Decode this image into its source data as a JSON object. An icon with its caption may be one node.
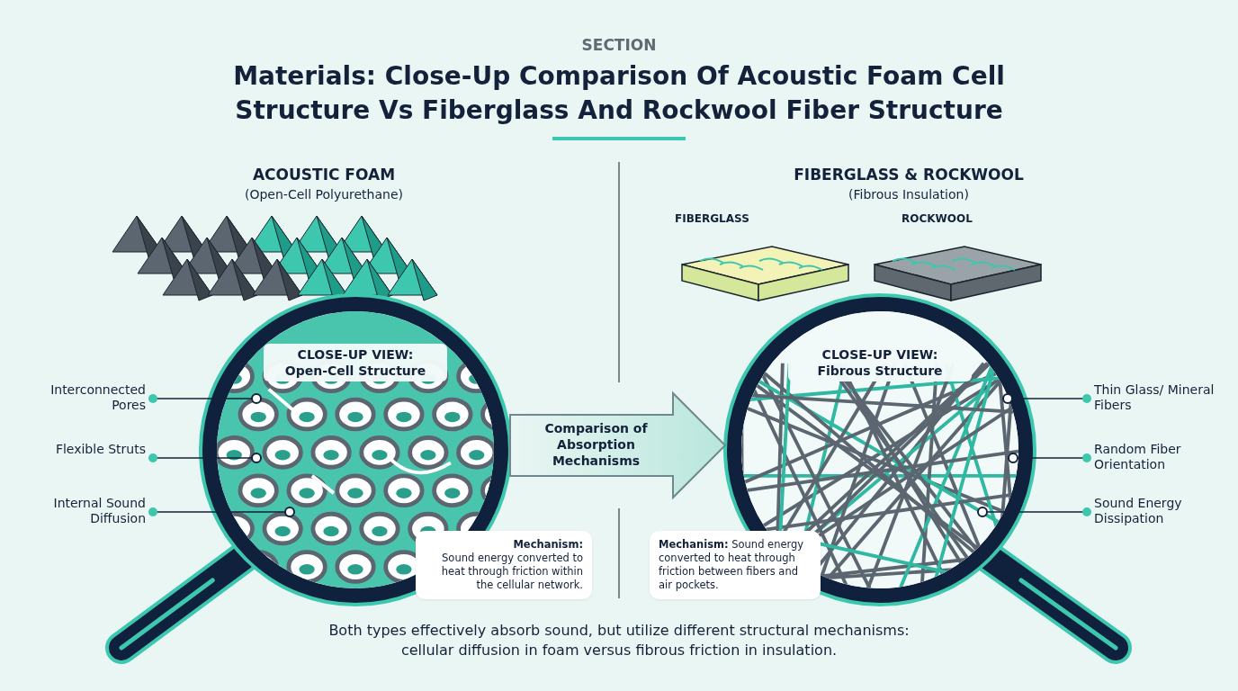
{
  "diagram": {
    "title": "Materials: Close-Up Comparison Of Acoustic Foam Cell Structure Vs Fiberglass And Rockwool Fiber Structure",
    "caption": "Both types effectively absorb sound, but utilize different structural mechanisms: cellular diffusion in foam versus fibrous friction in insulation.",
    "nodes": [
      {
        "text": [
          "CLOSE-UP VIEW: Open-Cell Structure"
        ]
      },
      {
        "text": [
          "Interconnected Pores"
        ]
      },
      {
        "text": [
          "Flexible Struts"
        ]
      },
      {
        "text": [
          "Internal Sound Diffusion"
        ]
      },
      {
        "text": [
          "**Mechanism:** Sound energy converted to heat through friction within the cellular network."
        ]
      },
      {
        "text": [
          "FIBERGLASS"
        ]
      },
      {
        "text": [
          "ROCKWOOL"
        ]
      },
      {
        "text": [
          "CLOSE-UP VIEW: Fibrous Structure"
        ]
      },
      {
        "text": [
          "Thin Glass/ Mineral Fibers"
        ]
      },
      {
        "text": [
          "Random Fiber Orientation"
        ]
      },
      {
        "text": [
          "Sound Energy Dissipation"
        ]
      },
      {
        "text": [
          "**Mechanism:** Sound energy converted to heat through friction between fibers and air pockets."
        ]
      }
    ],
    "edges": [
      {
        "from": 1,
        "to": 0,
        "arrow": "other"
      },
      {
        "from": 2,
        "to": 0,
        "arrow": "other"
      },
      {
        "from": 3,
        "to": 0,
        "arrow": "other"
      },
      {
        "from": 8,
        "to": 7,
        "arrow": "other"
      },
      {
        "from": 9,
        "to": 7,
        "arrow": "other"
      },
      {
        "from": 10,
        "to": 7,
        "arrow": "other"
      },
      {
        "from": 0,
        "to": 7,
        "arrow": "to",
        "label": "Comparison of Absorption Mechanisms",
        "style": "thick"
      }
    ],
    "labels": [
      "SECTION",
      "ACOUSTIC FOAM",
      "(Open-Cell Polyurethane)",
      "FIBERGLASS & ROCKWOOL",
      "(Fibrous Insulation)"
    ]
  }
}
